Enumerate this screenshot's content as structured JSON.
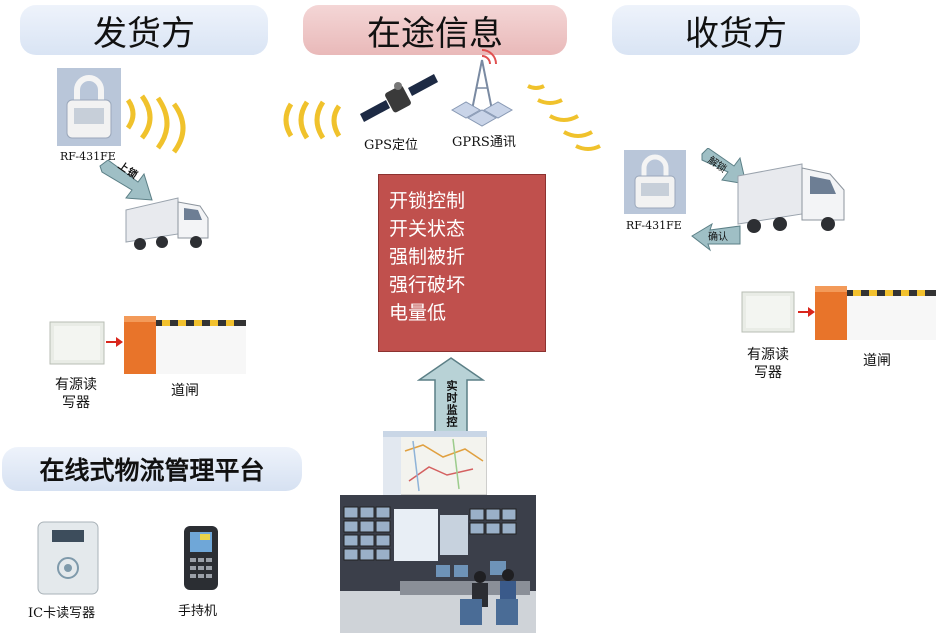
{
  "header": {
    "sender": "发货方",
    "transit": "在途信息",
    "receiver": "收货方"
  },
  "sender_side": {
    "lock_model": "RF-431FE",
    "arrow_text": "上锁",
    "reader_label_line1": "有源读",
    "reader_label_line2": "写器",
    "gate_label": "道闸"
  },
  "transit": {
    "gps_label": "GPS定位",
    "gprs_label": "GPRS通讯",
    "status_items": [
      "开锁控制",
      "开关状态",
      "强制被折",
      "强行破坏",
      "电量低"
    ],
    "up_arrow_text": "实时监控"
  },
  "receiver_side": {
    "lock_model": "RF-431FE",
    "arrow_text_top": "解锁",
    "arrow_text_bottom": "确认",
    "reader_label_line1": "有源读",
    "reader_label_line2": "写器",
    "gate_label": "道闸"
  },
  "platform": {
    "title": "在线式物流管理平台",
    "ic_reader_label": "IC卡读写器",
    "handheld_label": "手持机"
  },
  "colors": {
    "status_box": "#c0504d",
    "header_blue": "#dbe5f3",
    "header_red": "#ecbfbf",
    "gate_orange": "#e8742a"
  }
}
